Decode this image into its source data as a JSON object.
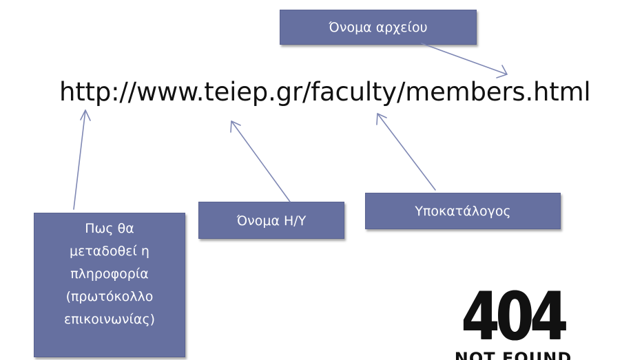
{
  "url": "http://www.teiep.gr/faculty/members.html",
  "callouts": {
    "file_name": "Όνομα αρχείου",
    "host_name": "Όνομα Η/Υ",
    "subdirectory": "Υποκατάλογος",
    "protocol_lines": [
      "Πως θα",
      "μεταδοθεί η",
      "πληροφορία",
      "(πρωτόκολλο",
      "επικοινωνίας)"
    ]
  },
  "logo_404": {
    "number": "404",
    "subtitle": "NOT FOUND"
  },
  "colors": {
    "callout_fill": "#6670a0",
    "arrow": "#7f88b4",
    "text": "#111111"
  }
}
